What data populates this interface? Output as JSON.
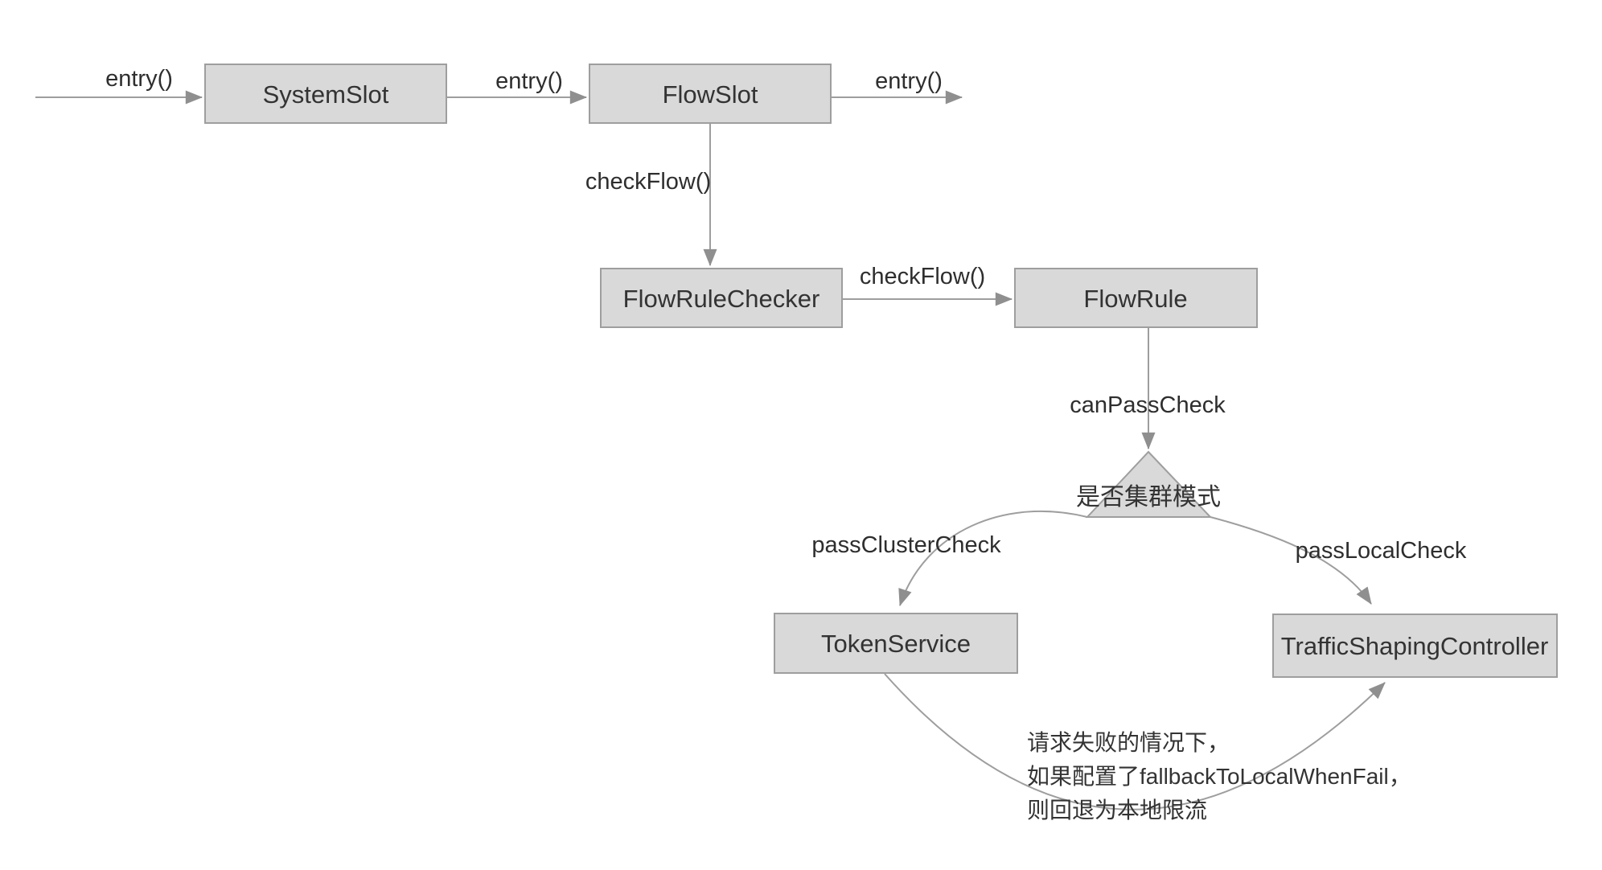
{
  "diagram": {
    "nodes": {
      "system_slot": "SystemSlot",
      "flow_slot": "FlowSlot",
      "flow_rule_checker": "FlowRuleChecker",
      "flow_rule": "FlowRule",
      "token_service": "TokenService",
      "traffic_shaping_controller": "TrafficShapingController"
    },
    "decision": {
      "label": "是否集群模式"
    },
    "edge_labels": {
      "entry_start": "entry()",
      "entry_mid": "entry()",
      "entry_end": "entry()",
      "check_flow_down": "checkFlow()",
      "check_flow_right": "checkFlow()",
      "can_pass_check": "canPassCheck",
      "pass_cluster_check": "passClusterCheck",
      "pass_local_check": "passLocalCheck"
    },
    "note": {
      "lines": [
        "请求失败的情况下，",
        "如果配置了fallbackToLocalWhenFail，",
        "则回退为本地限流"
      ]
    },
    "colors": {
      "background": "#ffffff",
      "node_fill": "#d9d9d9",
      "node_border": "#9e9e9e",
      "connector": "#9e9e9e",
      "arrowhead": "#8f8f8f",
      "node_text": "#333333",
      "label_text": "#2e2e2e"
    }
  }
}
